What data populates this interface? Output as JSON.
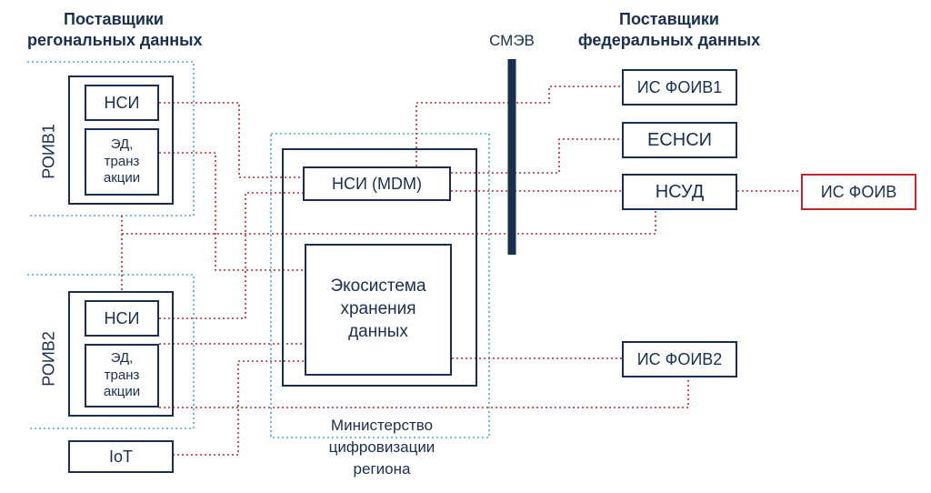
{
  "headers": {
    "regional": [
      "Поставщики",
      "регональных данных"
    ],
    "federal": [
      "Поставщики",
      "федеральных данных"
    ],
    "smev": "СМЭВ"
  },
  "roiv1": {
    "label": "РОИВ1",
    "nsi": "НСИ",
    "ed": [
      "ЭД,",
      "транз",
      "акции"
    ]
  },
  "roiv2": {
    "label": "РОИВ2",
    "nsi": "НСИ",
    "ed": [
      "ЭД,",
      "транз",
      "акции"
    ]
  },
  "iot": "IoT",
  "ministry": {
    "nsi_mdm": "НСИ (MDM)",
    "ecosystem": [
      "Экосистема",
      "хранения",
      "данных"
    ],
    "caption": [
      "Министерство",
      "цифровизации",
      "региона"
    ]
  },
  "federal_systems": {
    "is_foiv1": "ИС ФОИВ1",
    "esnsi": "ЕСНСИ",
    "nsud": "НСУД",
    "is_foiv2": "ИС ФОИВ2",
    "is_foiv": "ИС ФОИВ"
  },
  "colors": {
    "navy": "#1a2f4f",
    "red_connector": "#c0272d",
    "teal_dotted": "#4aa8c9"
  }
}
